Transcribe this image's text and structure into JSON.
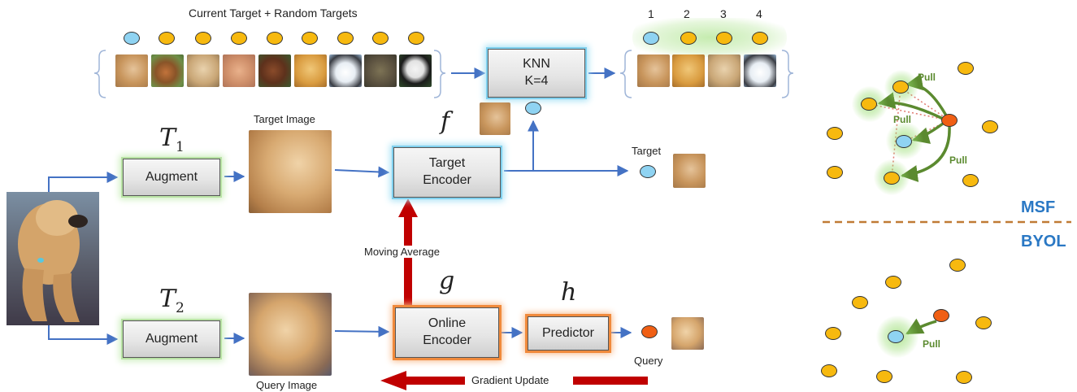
{
  "top": {
    "title": "Current Target + Random Targets",
    "neighbor_indices": [
      "1",
      "2",
      "3",
      "4"
    ]
  },
  "knn": {
    "line1": "KNN",
    "line2": "K=4"
  },
  "transforms": {
    "t1_base": "T",
    "t1_sub": "1",
    "t2_base": "T",
    "t2_sub": "2"
  },
  "functions": {
    "f": "f",
    "g": "g",
    "h": "h"
  },
  "boxes": {
    "augment_top": "Augment",
    "augment_bottom": "Augment",
    "target_encoder_line1": "Target",
    "target_encoder_line2": "Encoder",
    "online_encoder_line1": "Online",
    "online_encoder_line2": "Encoder",
    "predictor": "Predictor"
  },
  "labels": {
    "target_image": "Target Image",
    "query_image": "Query Image",
    "target": "Target",
    "query": "Query",
    "moving_average": "Moving Average",
    "gradient_update": "Gradient Update"
  },
  "right_panel": {
    "msf": "MSF",
    "byol": "BYOL",
    "pull": "Pull"
  },
  "colors": {
    "arrow_blue": "#4472c4",
    "arrow_red": "#c00000",
    "pull_green": "#5b8a2f",
    "title_blue": "#2a78c4",
    "divider": "#c07a35",
    "dot_yellow": "#f7b90f",
    "dot_blue": "#8fd3f2",
    "dot_orange": "#f05f14"
  },
  "icons": {
    "thumbnails": [
      "dog-photo",
      "squirrel-photo",
      "dog-photo",
      "cat-photo",
      "horse-photo",
      "dog-photo",
      "husky-photo",
      "cat-photo",
      "panda-photo"
    ],
    "neighbors": [
      "dog-photo",
      "dog-photo",
      "dog-photo",
      "husky-photo"
    ]
  }
}
